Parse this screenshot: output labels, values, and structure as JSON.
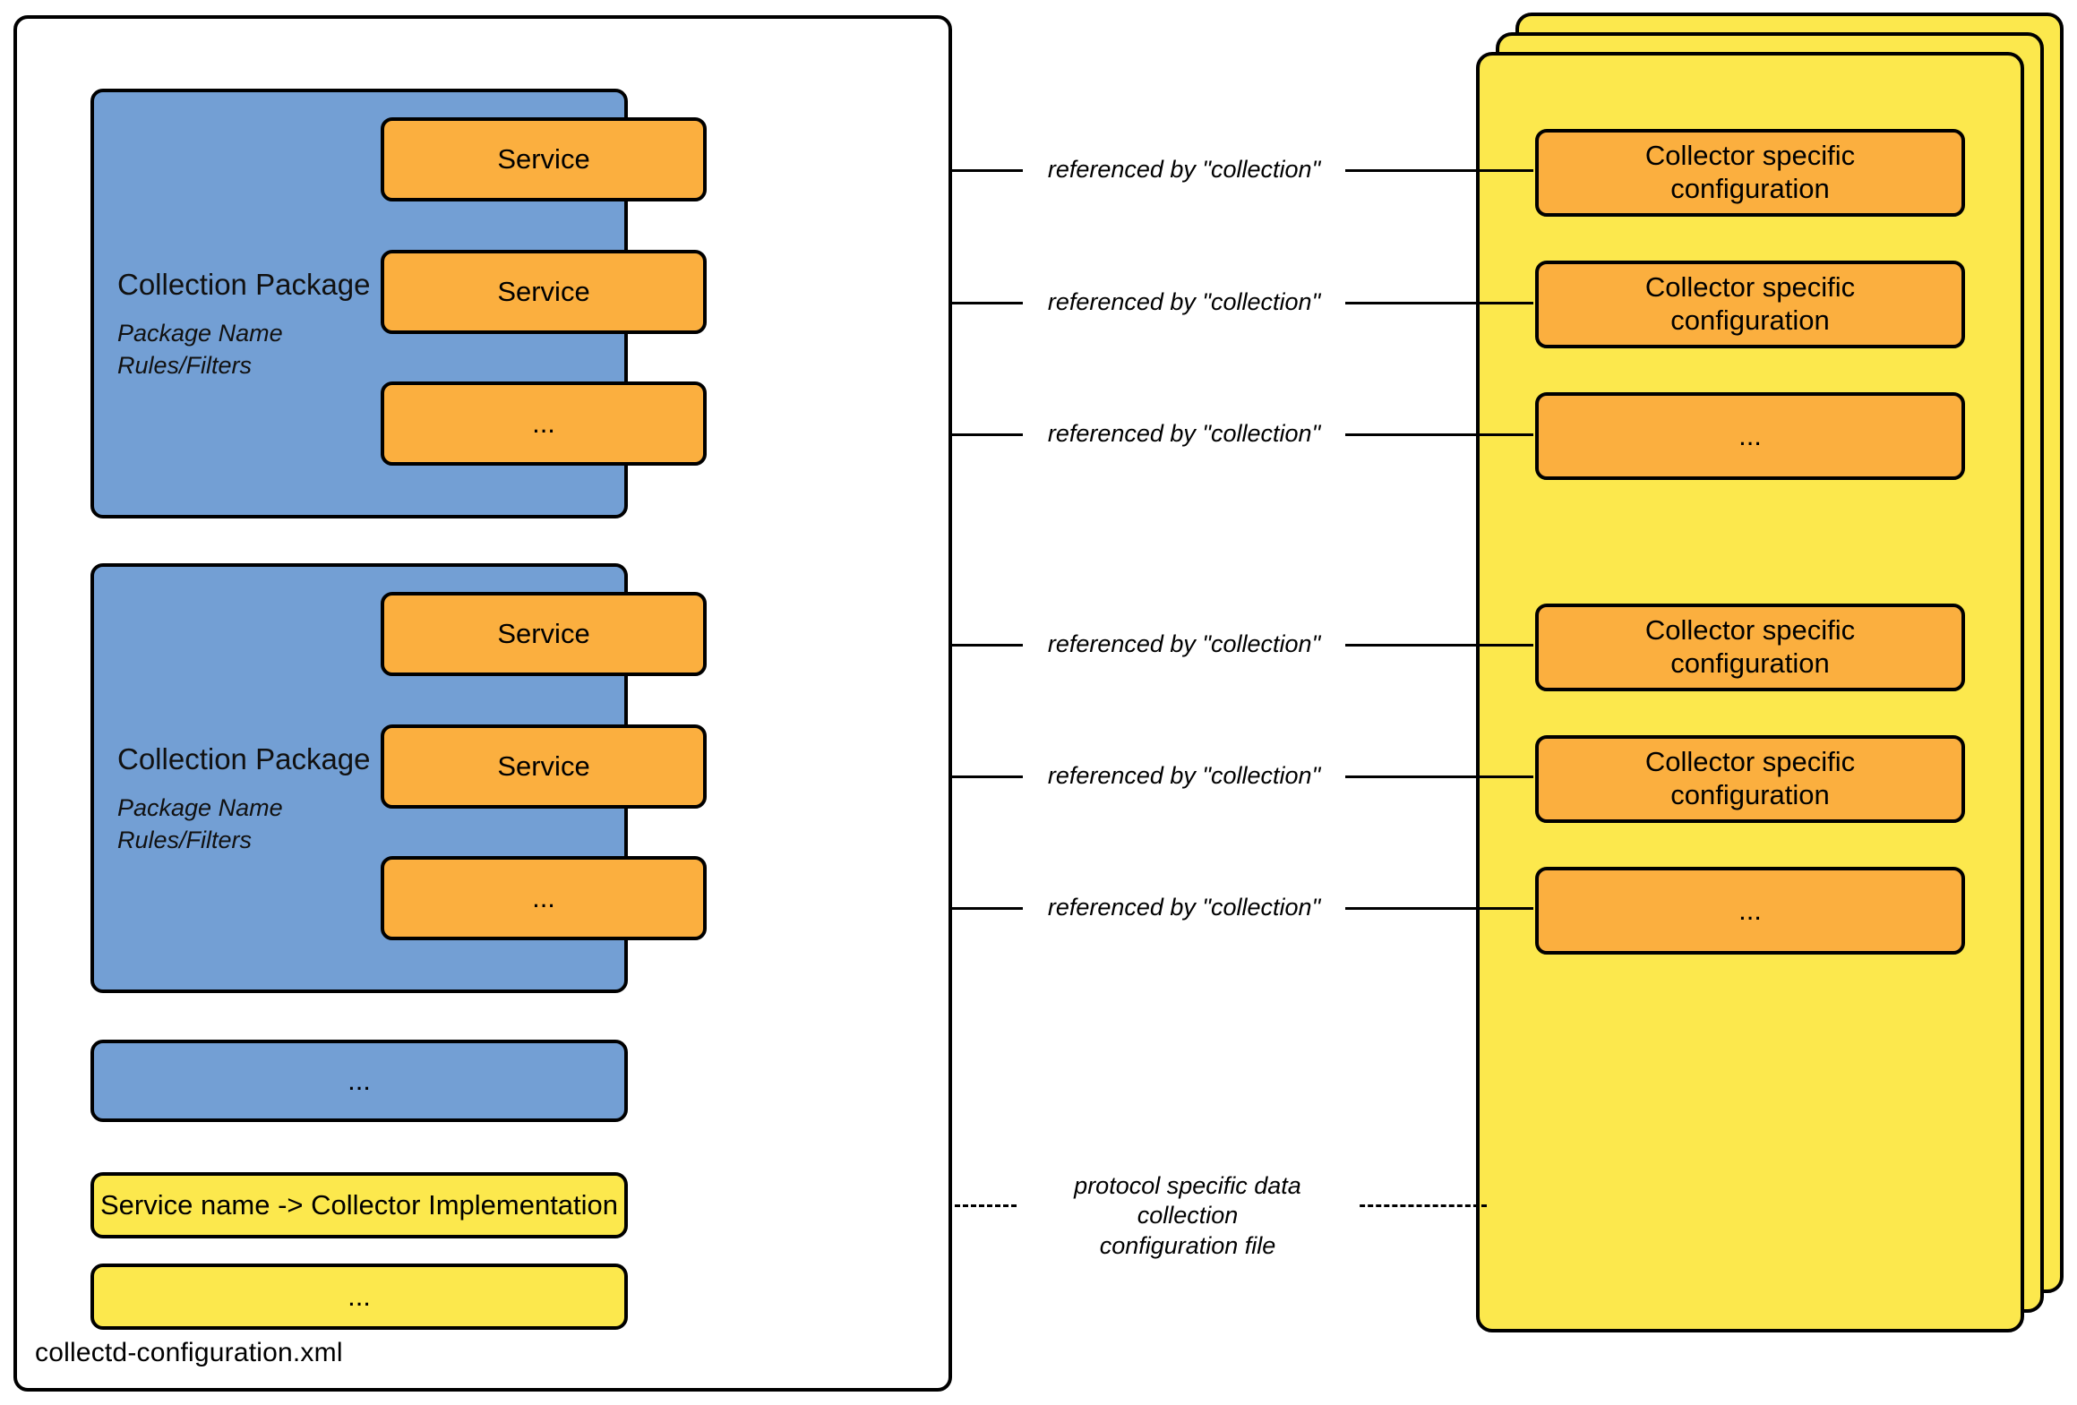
{
  "diagram": {
    "title": "collectd-configuration.xml",
    "colors": {
      "package_blue": "#739fd4",
      "service_orange": "#fbaf3f",
      "config_yellow": "#fce84d",
      "outline_black": "#000000",
      "background_white": "#ffffff"
    }
  },
  "xml_container": {
    "filename_label": "collectd-configuration.xml"
  },
  "packages": [
    {
      "title": "Collection Package",
      "subtitle": "Package Name\nRules/Filters",
      "services": [
        {
          "label": "Service"
        },
        {
          "label": "Service"
        },
        {
          "label": "..."
        }
      ]
    },
    {
      "title": "Collection Package",
      "subtitle": "Package Name\nRules/Filters",
      "services": [
        {
          "label": "Service"
        },
        {
          "label": "Service"
        },
        {
          "label": "..."
        }
      ]
    }
  ],
  "package_ellipsis": {
    "label": "..."
  },
  "mapping_rows": [
    {
      "label": "Service name -> Collector Implementation"
    },
    {
      "label": "..."
    }
  ],
  "config_stack": {
    "card_count": 3,
    "collectors": [
      {
        "label": "Collector specific\nconfiguration"
      },
      {
        "label": "Collector specific\nconfiguration"
      },
      {
        "label": "..."
      },
      {
        "label": "Collector specific\nconfiguration"
      },
      {
        "label": "Collector specific\nconfiguration"
      },
      {
        "label": "..."
      }
    ]
  },
  "connectors": {
    "reference_labels": [
      {
        "text": "referenced by \"collection\""
      },
      {
        "text": "referenced by \"collection\""
      },
      {
        "text": "referenced by \"collection\""
      },
      {
        "text": "referenced by \"collection\""
      },
      {
        "text": "referenced by \"collection\""
      },
      {
        "text": "referenced by \"collection\""
      }
    ],
    "file_label": {
      "text": "protocol specific data collection\nconfiguration file"
    }
  }
}
